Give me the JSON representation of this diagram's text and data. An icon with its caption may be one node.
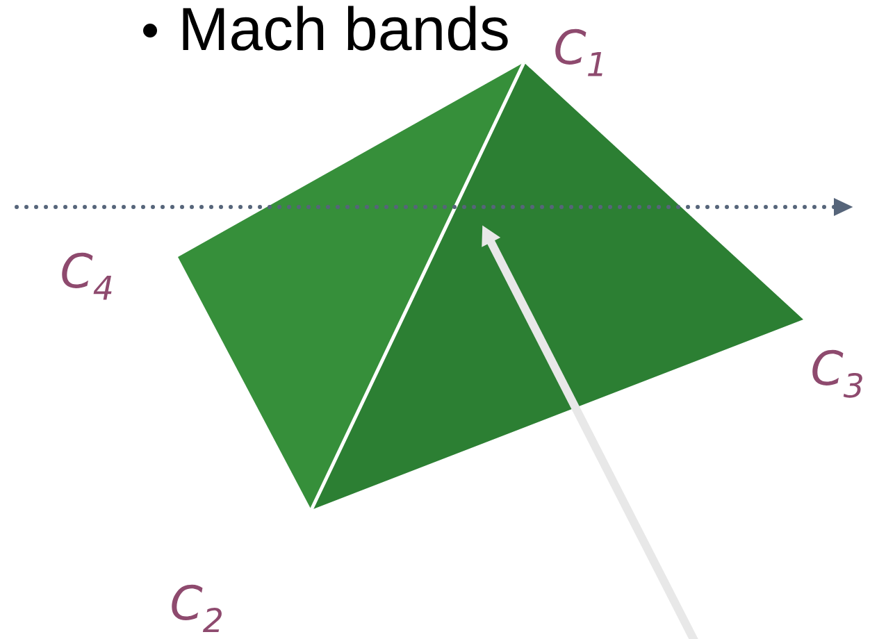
{
  "diagram": {
    "title": "Mach bands",
    "labels": [
      "C$_{1}$",
      "C$_{4}$",
      "C$_{3}$",
      "C$_{2}$"
    ]
  }
}
